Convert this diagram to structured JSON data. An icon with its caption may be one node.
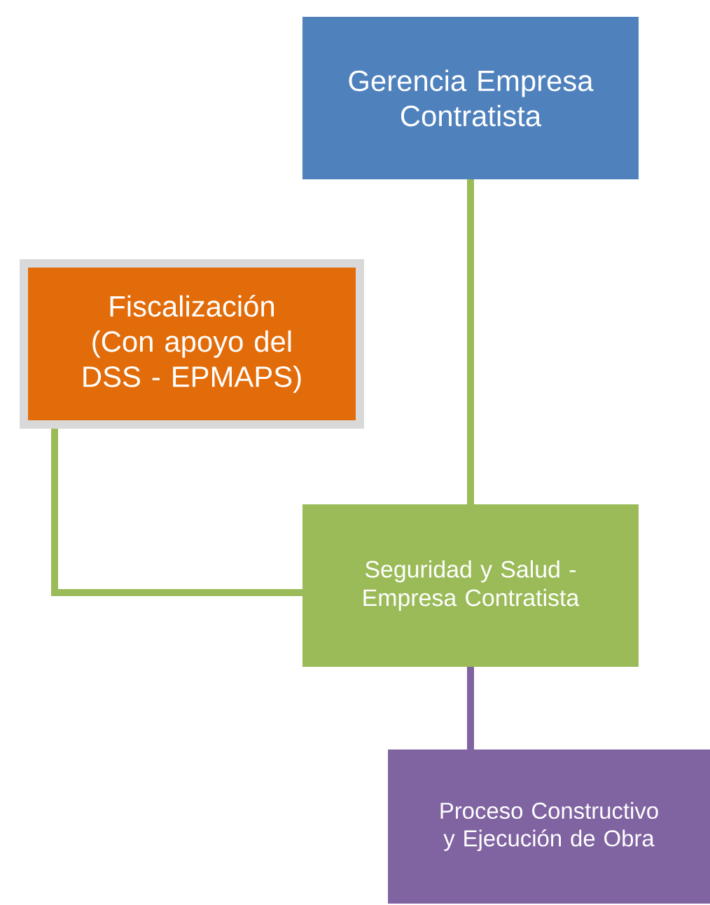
{
  "diagram": {
    "nodes": [
      {
        "text": [
          "Gerencia Empresa Contratista"
        ]
      },
      {
        "text": [
          "Fiscalización (Con apoyo del DSS - EPMAPS)"
        ]
      },
      {
        "text": [
          "Seguridad y Salud - Empresa Contratista"
        ]
      },
      {
        "text": [
          "Proceso Constructivo y Ejecución de Obra"
        ]
      }
    ],
    "edges": [
      {
        "from": 0,
        "to": 2,
        "arrow": "none"
      },
      {
        "from": 1,
        "to": 2,
        "arrow": "none"
      },
      {
        "from": 2,
        "to": 3,
        "arrow": "none",
        "color": "#8064a2"
      }
    ]
  }
}
